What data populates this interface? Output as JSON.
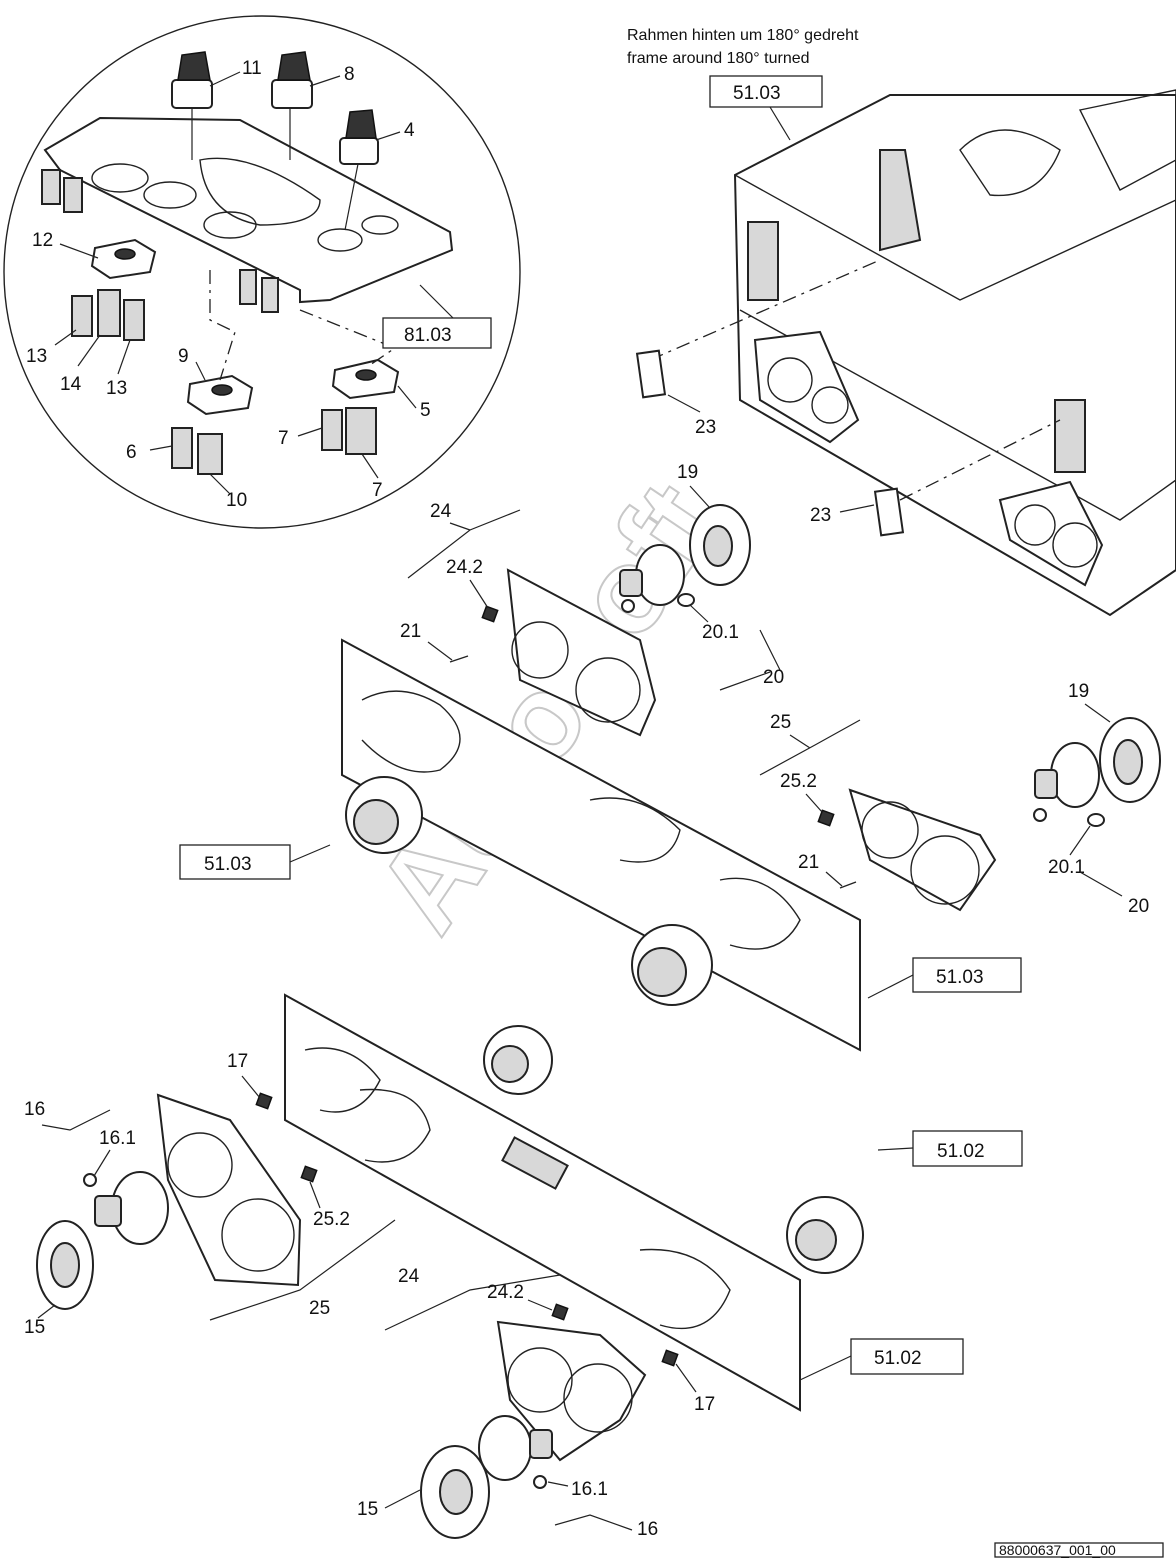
{
  "note": {
    "line_de": "Rahmen hinten um 180° gedreht",
    "line_en": "frame around 180° turned"
  },
  "drawing_number": "88000637_001_00",
  "watermark": "AutoSoft",
  "reference_boxes": {
    "frame_top": "51.03",
    "detail": "81.03",
    "panel_left": "51.03",
    "panel_right": "51.03",
    "lower_frame_upper": "51.02",
    "lower_frame_lower": "51.02"
  },
  "detail_callouts": {
    "c11": "11",
    "c8": "8",
    "c4": "4",
    "c12": "12",
    "c13a": "13",
    "c14": "14",
    "c13b": "13",
    "c9": "9",
    "c5": "5",
    "c7a": "7",
    "c7b": "7",
    "c6": "6",
    "c10": "10"
  },
  "callouts": {
    "c23a": "23",
    "c23b": "23",
    "c19a": "19",
    "c24a": "24",
    "c24_2a": "24.2",
    "c21a": "21",
    "c20_1a": "20.1",
    "c20a": "20",
    "c25a": "25",
    "c25_2a": "25.2",
    "c19b": "19",
    "c21b": "21",
    "c20_1b": "20.1",
    "c20b": "20",
    "c17a": "17",
    "c16a": "16",
    "c16_1a": "16.1",
    "c25_2b": "25.2",
    "c15a": "15",
    "c25b": "25",
    "c24b": "24",
    "c24_2b": "24.2",
    "c17b": "17",
    "c15b": "15",
    "c16_1b": "16.1",
    "c16b": "16"
  }
}
